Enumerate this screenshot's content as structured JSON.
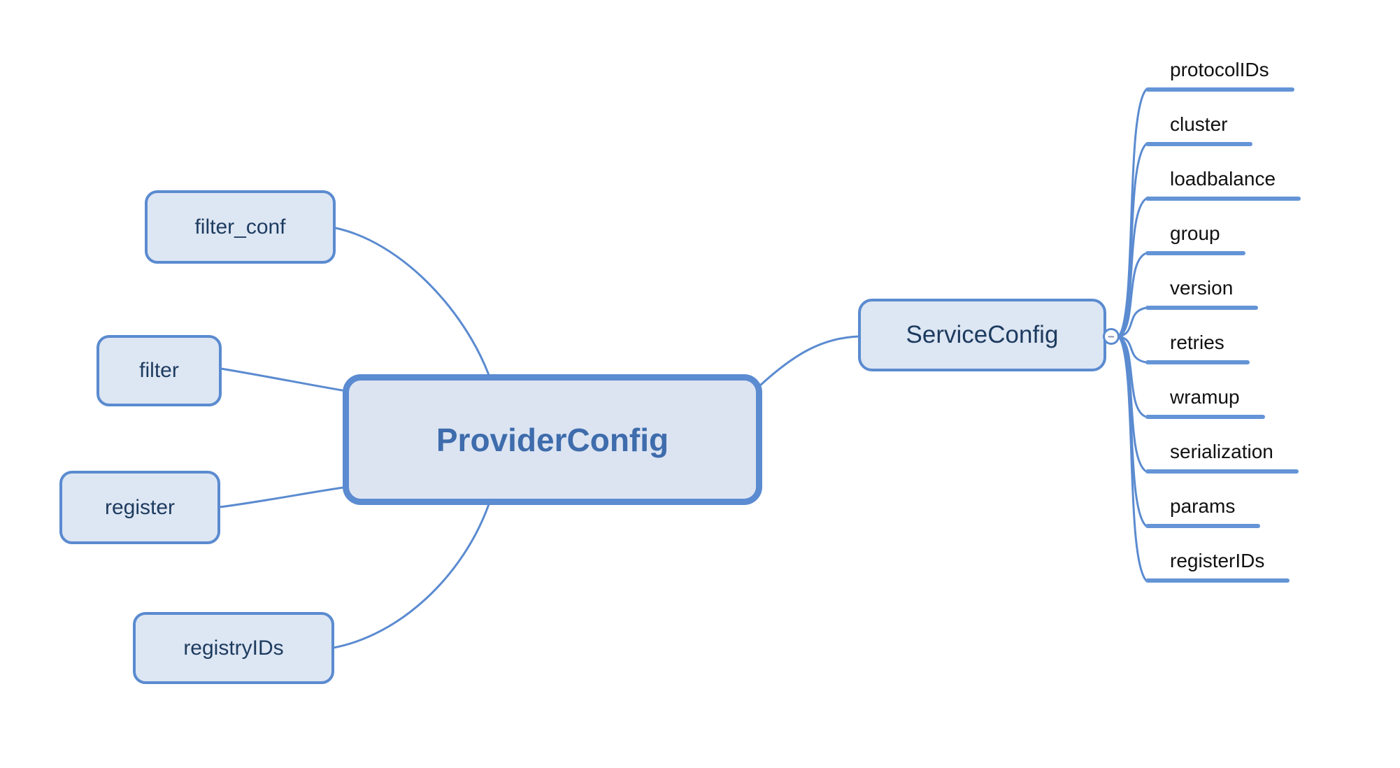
{
  "diagram": {
    "root": {
      "label": "ProviderConfig"
    },
    "left_nodes": [
      {
        "label": "filter_conf"
      },
      {
        "label": "filter"
      },
      {
        "label": "register"
      },
      {
        "label": "registryIDs"
      }
    ],
    "right_node": {
      "label": "ServiceConfig",
      "collapse_glyph": "−"
    },
    "right_children": [
      {
        "label": "protocolIDs"
      },
      {
        "label": "cluster"
      },
      {
        "label": "loadbalance"
      },
      {
        "label": "group"
      },
      {
        "label": "version"
      },
      {
        "label": "retries"
      },
      {
        "label": "wramup"
      },
      {
        "label": "serialization"
      },
      {
        "label": "params"
      },
      {
        "label": "registerIDs"
      }
    ],
    "colors": {
      "node_border": "#5b8bd0",
      "node_fill": "#dde6f3",
      "root_text": "#3e6cac",
      "node_text": "#1d3b5f",
      "child_text": "#111111",
      "underline": "#6494d6",
      "connector": "#5b8bd0",
      "collapse_minus": "#8a8cb0"
    }
  }
}
